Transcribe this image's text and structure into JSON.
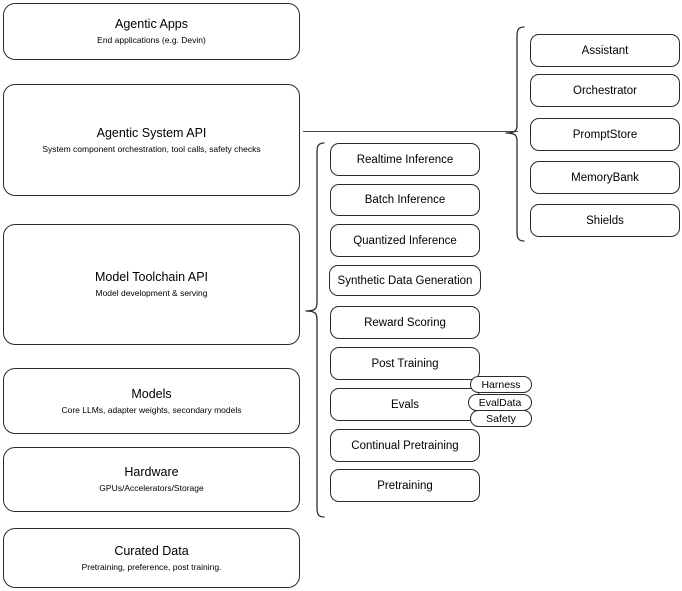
{
  "diagram": {
    "title": "AI stack layered architecture diagram",
    "colors": {
      "stroke": "#2b2b2b",
      "connector": "#444444",
      "background": "#ffffff",
      "text": "#000000"
    }
  },
  "stack_layers": [
    {
      "title": "Agentic Apps",
      "subtitle": "End applications (e.g. Devin)"
    },
    {
      "title": "Agentic System API",
      "subtitle": "System component orchestration, tool calls, safety checks"
    },
    {
      "title": "Model Toolchain API",
      "subtitle": "Model development & serving"
    },
    {
      "title": "Models",
      "subtitle": "Core LLMs, adapter weights, secondary models"
    },
    {
      "title": "Hardware",
      "subtitle": "GPUs/Accelerators/Storage"
    },
    {
      "title": "Curated Data",
      "subtitle": "Pretraining, preference, post training."
    }
  ],
  "toolchain_items": [
    {
      "label": "Realtime Inference"
    },
    {
      "label": "Batch Inference"
    },
    {
      "label": "Quantized Inference"
    },
    {
      "label": "Synthetic Data Generation"
    },
    {
      "label": "Reward Scoring"
    },
    {
      "label": "Post Training"
    },
    {
      "label": "Evals"
    },
    {
      "label": "Continual Pretraining"
    },
    {
      "label": "Pretraining"
    }
  ],
  "evals_tags": [
    {
      "label": "Harness"
    },
    {
      "label": "EvalData"
    },
    {
      "label": "Safety"
    }
  ],
  "agentic_components": [
    {
      "label": "Assistant"
    },
    {
      "label": "Orchestrator"
    },
    {
      "label": "PromptStore"
    },
    {
      "label": "MemoryBank"
    },
    {
      "label": "Shields"
    }
  ]
}
